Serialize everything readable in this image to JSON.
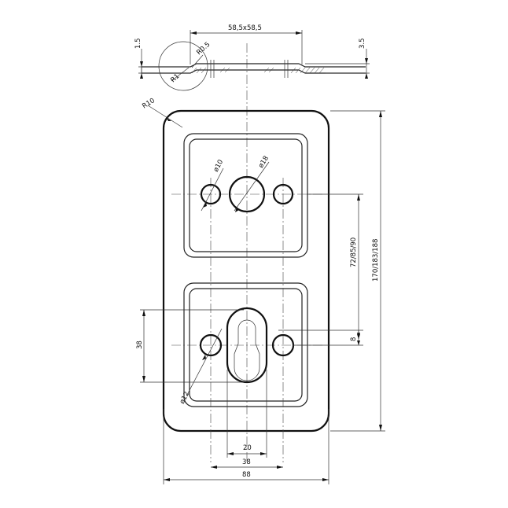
{
  "drawing": {
    "section_width_label": "58,5x58,5",
    "left_thickness_label": "1.5",
    "right_thickness_label": "3.5",
    "inner_radius_label": "R0.5",
    "outer_radius_label": "R1",
    "corner_radius_label": "R10",
    "small_hole_label": "ø10",
    "big_hole_label": "ø18",
    "lower_hole_label": "ø12",
    "spacing_label": "72/85/90",
    "height_label": "170/183/188",
    "offset_label": "8",
    "slot_height_label": "38",
    "slot_width_label": "20",
    "hole_spacing_label": "38",
    "width_label": "88"
  }
}
